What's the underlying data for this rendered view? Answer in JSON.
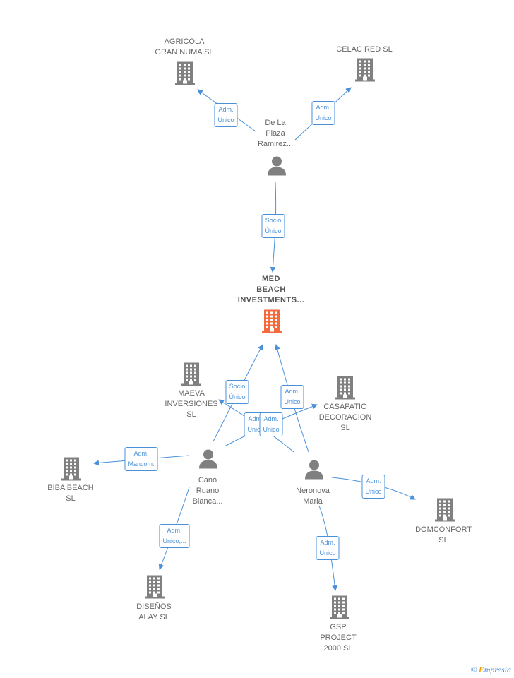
{
  "colors": {
    "edge": "#4a90d9",
    "company": "#808080",
    "main_company": "#f26a3d",
    "person": "#808080"
  },
  "nodes": [
    {
      "id": "agricola",
      "kind": "company",
      "label": "AGRICOLA\nGRAN NUMA SL"
    },
    {
      "id": "celac",
      "kind": "company",
      "label": "CELAC RED  SL"
    },
    {
      "id": "delaplaza",
      "kind": "person",
      "label": "De La\nPlaza\nRamirez..."
    },
    {
      "id": "med",
      "kind": "main",
      "label": "MED\nBEACH\nINVESTMENTS..."
    },
    {
      "id": "maeva",
      "kind": "company",
      "label": "MAEVA\nINVERSIONES\nSL"
    },
    {
      "id": "casapatio",
      "kind": "company",
      "label": "CASAPATIO\nDECORACION\nSL"
    },
    {
      "id": "biba",
      "kind": "company",
      "label": "BIBA BEACH\nSL"
    },
    {
      "id": "cano",
      "kind": "person",
      "label": "Cano\nRuano\nBlanca..."
    },
    {
      "id": "neronova",
      "kind": "person",
      "label": "Neronova\nMaria"
    },
    {
      "id": "domconfort",
      "kind": "company",
      "label": "DOMCONFORT\nSL"
    },
    {
      "id": "disenos",
      "kind": "company",
      "label": "DISEÑOS\nALAY  SL"
    },
    {
      "id": "gsp",
      "kind": "company",
      "label": "GSP\nPROJECT\n2000  SL"
    }
  ],
  "edges": [
    {
      "from": "delaplaza",
      "to": "agricola",
      "label": "Adm.\nUnico"
    },
    {
      "from": "delaplaza",
      "to": "celac",
      "label": "Adm.\nUnico"
    },
    {
      "from": "delaplaza",
      "to": "med",
      "label": "Socio\nÚnico"
    },
    {
      "from": "cano",
      "to": "med",
      "label": "Socio\nÚnico"
    },
    {
      "from": "neronova",
      "to": "med",
      "label": "Adm.\nUnico"
    },
    {
      "from": "neronova",
      "to": "maeva",
      "label": "Adm.\nUnico"
    },
    {
      "from": "cano",
      "to": "casapatio",
      "label": "Adm.\nUnico"
    },
    {
      "from": "cano",
      "to": "biba",
      "label": "Adm.\nMancom."
    },
    {
      "from": "neronova",
      "to": "domconfort",
      "label": "Adm.\nUnico"
    },
    {
      "from": "cano",
      "to": "disenos",
      "label": "Adm.\nUnico,..."
    },
    {
      "from": "neronova",
      "to": "gsp",
      "label": "Adm.\nUnico"
    }
  ],
  "footer": {
    "copyright": "©",
    "brand_first": "E",
    "brand_rest": "mpresia"
  }
}
